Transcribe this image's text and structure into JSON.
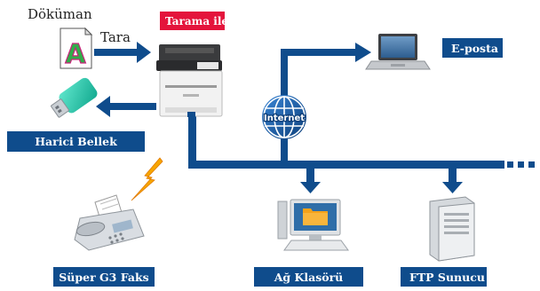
{
  "labels": {
    "document": "Döküman",
    "scan": "Tara",
    "scan_to": "Tarama ile",
    "email": "E-posta",
    "usb": "Harici Bellek",
    "internet": "Internet",
    "fax": "Süper G3 Faks",
    "network_folder": "Ağ Klasörü",
    "ftp_server": "FTP Sunucu"
  },
  "document_glyph": "A",
  "colors": {
    "line_blue": "#0f4c8c",
    "label_red": "#e4143c",
    "usb_green": "#2cc9ab",
    "folder_orange": "#f5a21a",
    "lightning": "#f7a600"
  },
  "icons": [
    "document-icon",
    "printer-icon",
    "usb-stick-icon",
    "laptop-icon",
    "internet-globe-icon",
    "fax-machine-icon",
    "lightning-icon",
    "desktop-computer-icon",
    "folder-icon",
    "server-tower-icon"
  ]
}
